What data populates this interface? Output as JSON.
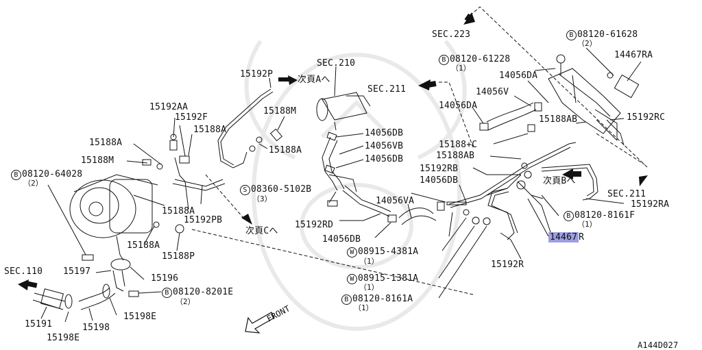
{
  "diagram": {
    "id_code": "A144D027",
    "front_label": "FRONT",
    "labels": {
      "sec223": "SEC.223",
      "sec210": "SEC.210",
      "sec211_top": "SEC.211",
      "sec211_right": "SEC.211",
      "sec110": "SEC.110",
      "b_08120_61628": "08120-61628",
      "b_08120_61628_qty": "（2）",
      "p14467RA": "14467RA",
      "b_08120_61228": "08120-61228",
      "b_08120_61228_qty": "（1）",
      "p14056DA_top": "14056DA",
      "p14056V": "14056V",
      "p14056DA_mid": "14056DA",
      "p15188AB": "15188AB",
      "p15192RC": "15192RC",
      "p15192P": "15192P",
      "tsugi_A": "次頁Aへ",
      "p15188M_top": "15188M",
      "p15188A_upper": "15188A",
      "p15192AA": "15192AA",
      "p15192F": "15192F",
      "p15188A_midtop": "15188A",
      "p15188A_left": "15188A",
      "p15188M_left": "15188M",
      "b_08120_64028": "08120-64028",
      "b_08120_64028_qty": "（2）",
      "p14056DB_1": "14056DB",
      "p14056VB": "14056VB",
      "p14056DB_2": "14056DB",
      "p15188C": "15188+C",
      "p15188AB_2": "15188AB",
      "p15192RB": "15192RB",
      "p14056DB_3": "14056DB",
      "tsugi_B": "次頁Bへ",
      "s_08360_5102B": "08360-5102B",
      "s_08360_qty": "（3）",
      "p14056VA": "14056VA",
      "p15188A_low": "15188A",
      "p15192PB": "15192PB",
      "p15192RD": "15192RD",
      "tsugi_C": "次頁Cへ",
      "p14056DB_4": "14056DB",
      "p15192RA": "15192RA",
      "b_08120_8161F": "08120-8161F",
      "b_08120_8161F_qty": "（1）",
      "p14467R_highlight": "14467",
      "p14467R_suffix": "R",
      "p15188A_bottom": "15188A",
      "p15188P": "15188P",
      "w_08915_4381A": "08915-4381A",
      "w_08915_4381A_qty": "（1）",
      "p15192R": "15192R",
      "p15197": "15197",
      "p15196": "15196",
      "b_08120_8201E": "08120-8201E",
      "b_08120_8201E_qty": "（2）",
      "w_08915_1381A": "08915-1381A",
      "w_08915_1381A_qty": "（1）",
      "b_08120_8161A": "08120-8161A",
      "b_08120_8161A_qty": "（1）",
      "p15191": "15191",
      "p15198": "15198",
      "p15198E_right": "15198E",
      "p15198E_bottom": "15198E",
      "circle_B": "B",
      "circle_S": "S",
      "circle_W": "W"
    },
    "highlight_color": "#9d9fe0"
  }
}
